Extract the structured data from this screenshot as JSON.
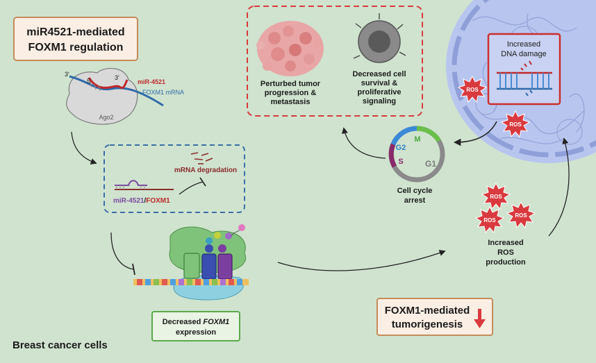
{
  "title_box": {
    "line1": "miR4521-mediated",
    "line2": "FOXM1 regulation"
  },
  "ago2": {
    "label": "Ago2",
    "three_prime_a": "3'",
    "five_prime": "5'",
    "three_prime_b": "3'",
    "mirna": "miR-4521",
    "mrna": "FOXM1 mRNA"
  },
  "degradation_box": {
    "mrna_degradation": "mRNA degradation",
    "duplex_part1": "miR-4521",
    "duplex_sep": "/",
    "duplex_part2": "FOXM1"
  },
  "expression_box": {
    "line1_prefix": "Decreased ",
    "line1_italic": "FOXM1",
    "line2": "expression"
  },
  "outcomes": {
    "tumor_line1": "Perturbed tumor",
    "tumor_line2": "progression &",
    "tumor_line3": "metastasis",
    "survival_line1": "Decreased cell",
    "survival_line2": "survival &",
    "survival_line3": "proliferative",
    "survival_line4": "signaling"
  },
  "cell_cycle": {
    "m": "M",
    "g2": "G2",
    "s": "S",
    "g1": "G1",
    "label_line1": "Cell cycle",
    "label_line2": "arrest"
  },
  "dna_damage": {
    "line1": "Increased",
    "line2": "DNA damage"
  },
  "ros": {
    "label": "ROS",
    "production_line1": "Increased",
    "production_line2": "ROS",
    "production_line3": "production"
  },
  "tumorigenesis_box": {
    "line1": "FOXM1-mediated",
    "line2": "tumorigenesis"
  },
  "footer": {
    "cell_type": "Breast cancer cells"
  },
  "colors": {
    "background": "#cfe3cf",
    "mirna": "#c0282c",
    "mrna": "#2f6aa8",
    "red_dashed": "#d9393b",
    "blue_dashed": "#3a6ea5",
    "green_border": "#5aa84a",
    "title_border": "#c58b5a",
    "nucleus": "#aab8e8",
    "ros": "#d93a3f",
    "arrow_down": "#d93a3f"
  }
}
